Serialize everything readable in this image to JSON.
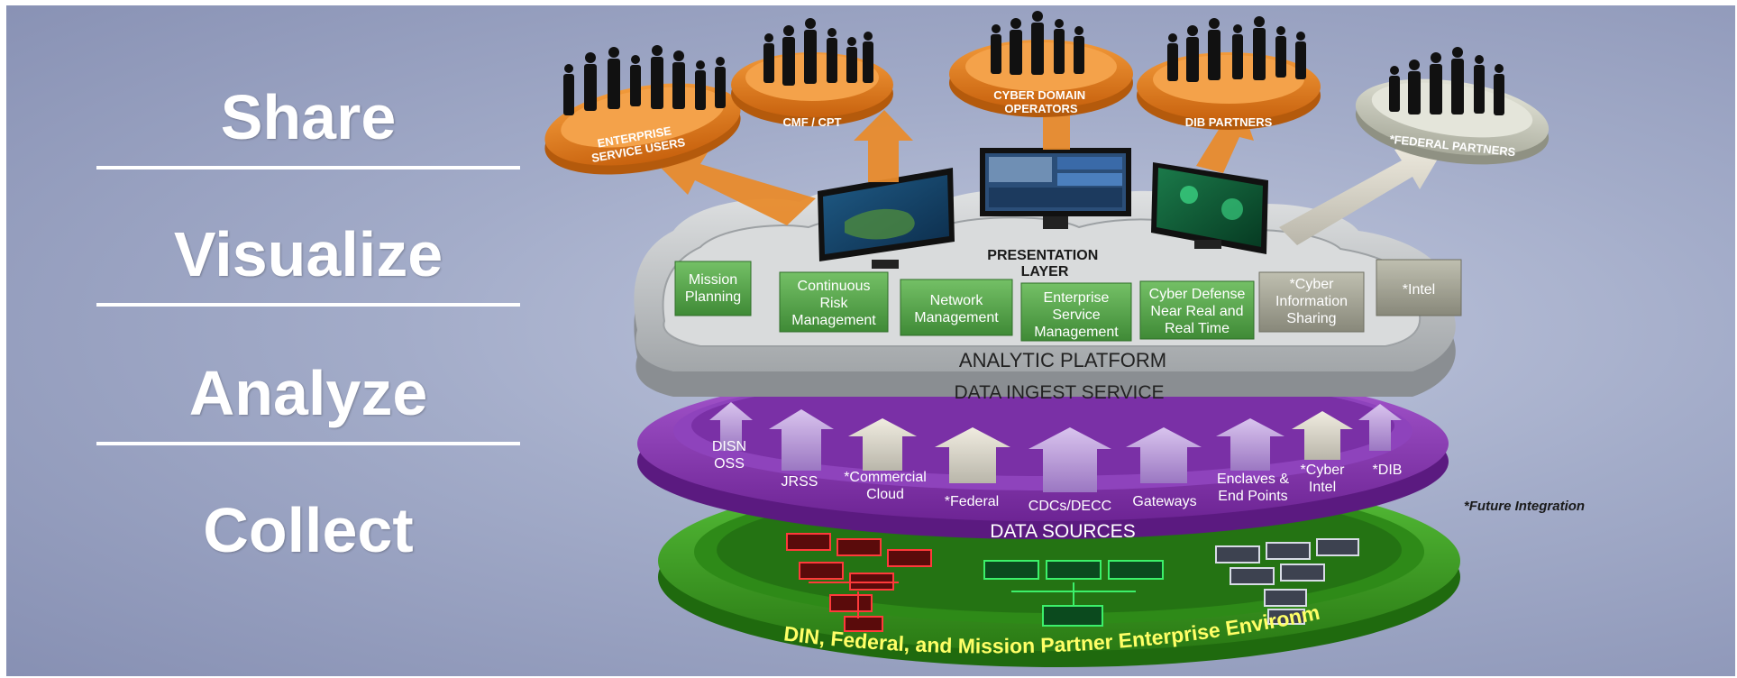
{
  "stages": {
    "share": "Share",
    "visualize": "Visualize",
    "analyze": "Analyze",
    "collect": "Collect"
  },
  "audiences": {
    "enterprise_service_users": [
      "ENTERPRISE",
      "SERVICE USERS"
    ],
    "cmf_cpt": "CMF / CPT",
    "cyber_domain_operators": [
      "CYBER DOMAIN",
      "OPERATORS"
    ],
    "dib_partners": "DIB PARTNERS",
    "federal_partners": "*FEDERAL PARTNERS"
  },
  "presentation_layer": [
    "PRESENTATION",
    "LAYER"
  ],
  "capabilities": [
    {
      "lines": [
        "Mission",
        "Planning"
      ],
      "status": "current"
    },
    {
      "lines": [
        "Continuous",
        "Risk",
        "Management"
      ],
      "status": "current"
    },
    {
      "lines": [
        "Network",
        "Management"
      ],
      "status": "current"
    },
    {
      "lines": [
        "Enterprise",
        "Service",
        "Management"
      ],
      "status": "current"
    },
    {
      "lines": [
        "Cyber Defense",
        "Near Real and",
        "Real Time"
      ],
      "status": "current"
    },
    {
      "lines": [
        "*Cyber",
        "Information",
        "Sharing"
      ],
      "status": "future"
    },
    {
      "lines": [
        "*Intel"
      ],
      "status": "future"
    }
  ],
  "analytic_platform": "ANALYTIC PLATFORM",
  "data_ingest_service": "DATA INGEST SERVICE",
  "data_source_items": [
    {
      "lines": [
        "DISN",
        "OSS"
      ],
      "status": "current"
    },
    {
      "lines": [
        "JRSS"
      ],
      "status": "current"
    },
    {
      "lines": [
        "*Commercial",
        "Cloud"
      ],
      "status": "future"
    },
    {
      "lines": [
        "*Federal"
      ],
      "status": "future"
    },
    {
      "lines": [
        "CDCs/DECC"
      ],
      "status": "current"
    },
    {
      "lines": [
        "Gateways"
      ],
      "status": "current"
    },
    {
      "lines": [
        "Enclaves &",
        "End Points"
      ],
      "status": "current"
    },
    {
      "lines": [
        "*Cyber",
        "Intel"
      ],
      "status": "future"
    },
    {
      "lines": [
        "*DIB"
      ],
      "status": "current"
    }
  ],
  "data_sources_label": "DATA SOURCES",
  "future_note": "*Future Integration",
  "environment_label": "DODIN, Federal, and Mission Partner Enterprise Environment",
  "colors": {
    "background": "#9aa3c4",
    "audience_orange": "#e8801f",
    "audience_gray": "#c9cbbd",
    "capability_green": "#58a84e",
    "capability_gray": "#a5a596",
    "platform_gray": "#c4c7c9",
    "data_sources_purple": "#8b3ab8",
    "environment_green": "#3c9e22",
    "network_red": "#d42020",
    "network_green": "#22c44a",
    "network_gray": "#c0c4cc"
  }
}
